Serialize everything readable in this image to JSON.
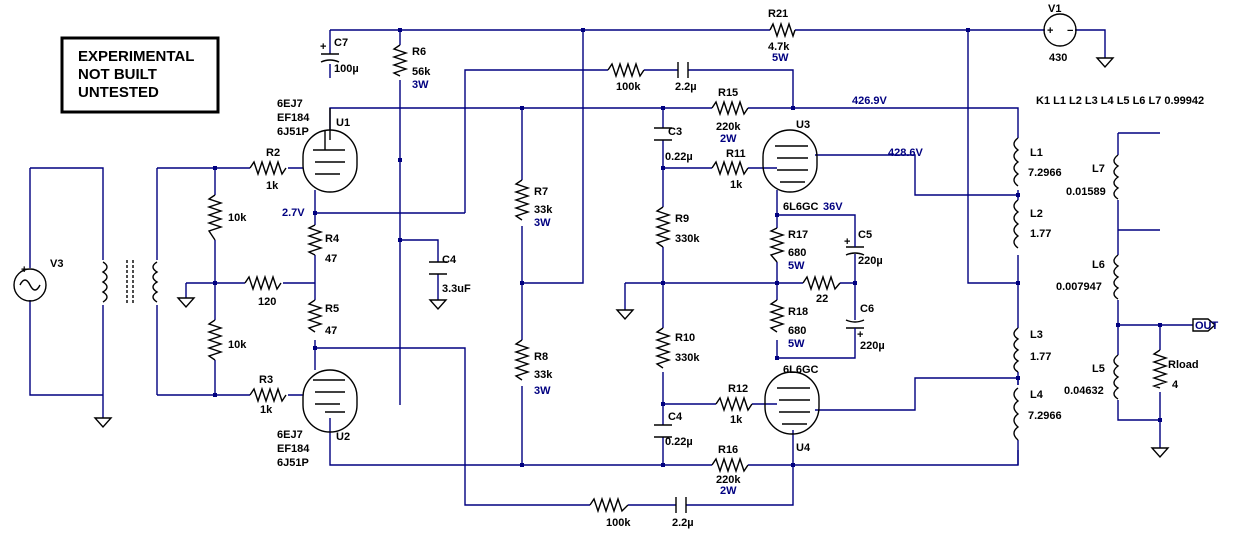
{
  "warning_box": {
    "line1": "EXPERIMENTAL",
    "line2": "NOT BUILT",
    "line3": "UNTESTED"
  },
  "directive": "K1 L1 L2 L3 L4 L5 L6 L7 0.99942",
  "tubes": {
    "u1": {
      "ref": "U1",
      "t1": "6EJ7",
      "t2": "EF184",
      "t3": "6J51P"
    },
    "u2": {
      "ref": "U2",
      "t1": "6EJ7",
      "t2": "EF184",
      "t3": "6J51P"
    },
    "u3": {
      "ref": "U3",
      "type": "6L6GC"
    },
    "u4": {
      "ref": "U4",
      "type": "6L6GC"
    }
  },
  "resistors": {
    "r2": {
      "ref": "R2",
      "value": "1k"
    },
    "r3": {
      "ref": "R3",
      "value": "1k"
    },
    "r4": {
      "ref": "R4",
      "value": "47"
    },
    "r5": {
      "ref": "R5",
      "value": "47"
    },
    "r6": {
      "ref": "R6",
      "value": "56k",
      "power": "3W"
    },
    "r7": {
      "ref": "R7",
      "value": "33k",
      "power": "3W"
    },
    "r8": {
      "ref": "R8",
      "value": "33k",
      "power": "3W"
    },
    "r9": {
      "ref": "R9",
      "value": "330k"
    },
    "r10": {
      "ref": "R10",
      "value": "330k"
    },
    "r11": {
      "ref": "R11",
      "value": "1k"
    },
    "r12": {
      "ref": "R12",
      "value": "1k"
    },
    "r15": {
      "ref": "R15",
      "value": "220k",
      "power": "2W"
    },
    "r16": {
      "ref": "R16",
      "value": "220k",
      "power": "2W"
    },
    "r17": {
      "ref": "R17",
      "value": "680",
      "power": "5W"
    },
    "r18": {
      "ref": "R18",
      "value": "680",
      "power": "5W"
    },
    "r21": {
      "ref": "R21",
      "value": "4.7k",
      "power": "5W"
    },
    "r22": {
      "value": "22"
    },
    "r120": {
      "value": "120"
    },
    "r10k_top": {
      "value": "10k"
    },
    "r10k_bot": {
      "value": "10k"
    },
    "rfb_top": {
      "value": "100k"
    },
    "rfb_bot": {
      "value": "100k"
    },
    "rload": {
      "ref": "Rload",
      "value": "4"
    }
  },
  "capacitors": {
    "c7": {
      "ref": "C7",
      "value": "100µ"
    },
    "c4a": {
      "ref": "C4",
      "value": "3.3uF"
    },
    "c3": {
      "ref": "C3",
      "value": "0.22µ"
    },
    "c4b": {
      "ref": "C4",
      "value": "0.22µ"
    },
    "c5": {
      "ref": "C5",
      "value": "220µ"
    },
    "c6": {
      "ref": "C6",
      "value": "220µ"
    },
    "cfb_top": {
      "value": "2.2µ"
    },
    "cfb_bot": {
      "value": "2.2µ"
    }
  },
  "inductors": {
    "l1": {
      "ref": "L1",
      "value": "7.2966"
    },
    "l2": {
      "ref": "L2",
      "value": "1.77"
    },
    "l3": {
      "ref": "L3",
      "value": "1.77"
    },
    "l4": {
      "ref": "L4",
      "value": "7.2966"
    },
    "l5": {
      "ref": "L5",
      "value": "0.04632"
    },
    "l6": {
      "ref": "L6",
      "value": "0.007947"
    },
    "l7": {
      "ref": "L7",
      "value": "0.01589"
    }
  },
  "sources": {
    "v1": {
      "ref": "V1",
      "value": "430"
    },
    "v3": {
      "ref": "V3"
    }
  },
  "voltages": {
    "cathode": "2.7V",
    "plate_top": "426.9V",
    "screen": "428.6V",
    "bias": "36V"
  },
  "output_port": "OUT",
  "colors": {
    "wire": "#000080",
    "component": "#000000",
    "background": "#ffffff"
  }
}
